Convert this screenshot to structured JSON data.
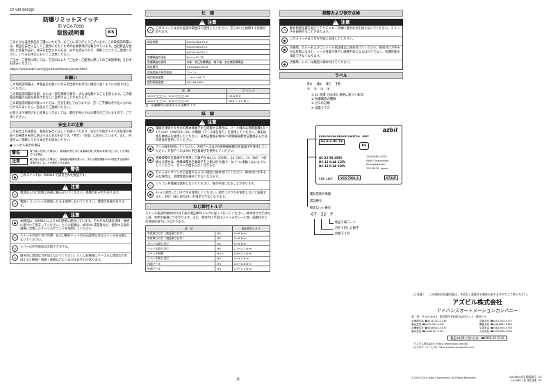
{
  "header": {
    "doc_no": "CP-UM-5602JK",
    "title": "防爆リミットスイッチ",
    "model": "形 VCX-7000",
    "manual": "取扱説明書",
    "logo_mark": "KS"
  },
  "intro": [
    "このたびは当社製品をご購入いただき、まことにありがとうございます。この取扱説明書には、製品を安全に正しくご使用いただくための必要事項が記載されています。当社製品を使用した装置の設計、保守を担当される方は、必ずお読みになり、理解したうえでご使用ください。いつもお手元においてご活用ください。",
    "ご注文・ご使用に際しては、下記URLより「ご注文・ご使用に際してのご承諾事項」を必ずお読みください。",
    "https://www.azbil.com/jp/product/factory/order.html"
  ],
  "request": {
    "title": "お願い",
    "paras": [
      "この取扱説明書は、本製品をお使いになる担当者のお手元に確実に届くようにお取り計らいください。",
      "この取扱説明書の全部、または一部を無断で複写、または転載することを禁じます。この取扱説明書の内容を将来予告なしに変更することがあります。",
      "この取扱説明書の内容については、万全を期しておりますが、万一ご不審な点や記入もれなどがありましたら、当社までご連絡ください。",
      "お客さまが運用された結果につきましては、責任を負いかねる場合がございますので、ご了承ください。"
    ]
  },
  "safety": {
    "title": "安全上の注意",
    "para": "この安全上の注意は、製品を安全に正しくお使いいただき、あなたや他の人々への危害や財産への損害を未然に防止するためのものです。「警告」「注意」に区分しています。また、内容をよく理解してから本文をお読みください。",
    "symbols_heading": "● シンボル表示の意味",
    "symbols": [
      {
        "mark": "警告",
        "text": "取り扱いを誤った場合に、使用者が死亡または重傷を負う危険の状態が生じることが想定される場合"
      },
      {
        "mark": "注意",
        "text": "取り扱いを誤った場合に、使用者が軽傷を負うか、または物的損害のみが発生する危険の状態が生じることが想定される場合"
      }
    ]
  },
  "warning1": {
    "label": "警告",
    "items": [
      "このスイッチは、KOSHA で認可された製品です。"
    ]
  },
  "caution1": {
    "label": "注意",
    "items": [
      "電源を入れた状態で内部に触らないでください。感電のおそれがあります。",
      "電線・コンジットを開放したまま使用しないでください。爆発の危険があります。"
    ]
  },
  "caution2": {
    "label": "注意",
    "items": [
      "本製品は、KOSHA により KS 規格に適合しています。それぞれの国の法律・規格に基づいて施工してください。とくに配線は、KOSHA 認定基など、使用する国の規格に合致したケーブルグランドを使用してください。",
      "スイッチの取り付けの際、および動作ヘッドの方向変更以外はスイッチを分解しないでください。",
      "レバー以外の部品は交換できません。",
      "端子台に無理な力を加えないでください。とくに結線後にケーブルに無理な力を加えると断線・短絡・地絡などにつながるおそれがあります。"
    ]
  },
  "spec": {
    "title": "仕　様",
    "caution_label": "注意",
    "caution_text": "このスイッチは次の設定の範囲内で使用してください。守らないと故障する危険があります。",
    "rows": [
      {
        "k": "認定規格",
        "v": "KSCIEC60079-0"
      },
      {
        "k": "",
        "v": "KSCIEC60079-1"
      },
      {
        "k": "",
        "v": "KSCIEC60079-7"
      },
      {
        "k": "防爆構造の表記",
        "v": "Ex d e IIC T6"
      },
      {
        "k": "防爆構造の説明",
        "v": "本体：耐圧防爆構造　端子箱：安全増防爆構造"
      },
      {
        "k": "認定番号",
        "v": "19-AV4BO-0251"
      },
      {
        "k": "危険場所の使用地域",
        "v": "ゾーン1"
      },
      {
        "k": "使用周囲温度",
        "v": "－10〜＋60 ℃"
      },
      {
        "k": "使用周囲湿度",
        "v": "45〜85 %RH"
      }
    ],
    "model_table": {
      "head": [
        "形　番",
        "コンジット"
      ],
      "rows": [
        [
          "VCX-7□□□-S、VCX-7□□□-SK",
          "G3/4 ねじ"
        ],
        [
          "VCX-7□□□-V、VCX-7□□□-VK",
          "M25 × 1.5 ねじ"
        ]
      ],
      "note": "注　形番欄の□は英字または数字です"
    }
  },
  "wiring": {
    "title": "結　線",
    "caution_label": "注意",
    "items": [
      "電線を接続すり付けの際本体端子から結線する場合は、リード線の公称断面積0.5～1.5 mm²（AWG20～16）の電線（アース線を除く）を使用してください。端末処理を棒端子を使用してください。日本圧着端子製M3.5用絶縁被覆付圧着端子または同等品を使用してください。",
      "アース線を接続してください。内部アースは M3用絶縁被覆付圧着端子を使用してください。外部アースは M4 用圧着端子を使用してください。",
      "絶縁被覆付圧着端子を使用して端子台 No.11（COM）、12（NC）、14（NO）へ結線する場合は、絶縁被覆付圧着端子を上側に折り曲げ、カバーに接触しないようにしてください。カバーが閉まらなくなります。",
      "カバーはハウジングと密着するように確実に締め付けてください。締め付けが不十分な場合は、防爆性能を維持できなくなります。",
      "シリコン系電線は使用しないでください。接点不良になることがあります。",
      "Ex eに適合したコネクタを使用してください。適合コネクタを使用しないで設置すると、IP67（IEC 60529）を満足できなくなります。"
    ]
  },
  "torque": {
    "title": "ねじ締付トルク",
    "para": "スイッチ各部の締め付けは下表の適正締付トルクに従って行ってください。締め付けすぎはねじ部、本体の破損につながります。また、締め付け不足はスイッチのシール性、誤動作などの性能の低下につながります。",
    "head": [
      "部　位",
      "適正締付トルク"
    ],
    "rows": [
      [
        "本体取り付け（底面取り付け）",
        "M5",
        "5〜6 N·m"
      ],
      [
        "本体取り付け（側面取り付け）",
        "M5",
        "5〜6 N·m"
      ],
      [
        "カバーの取り付け",
        "M5",
        "5〜6 N·m"
      ],
      [
        "ヘッドの取り付け",
        "M4",
        "1.3〜1.7 N·m"
      ],
      [
        "スイッチ結線",
        "M3.5",
        "0.8〜1.2 N·m"
      ],
      [
        "レバーの取り付け",
        "M5",
        "4〜5.2 N·m"
      ],
      [
        "内部アース",
        "M3",
        "0.4〜0.6 N·m"
      ],
      [
        "外部アース",
        "M4",
        "1.3〜1.7 N·m"
      ]
    ]
  },
  "adjust": {
    "title": "調整および保守点検",
    "caution_label": "注意",
    "items": [
      "動作限度位置を越えてアクチュエータ類に過大な力を加えないでください。スイッチを破損することがあります。",
      "このスイッチは５年を目安に交換してください。",
      "点検時、カバーおよびコンジット部は確実に締め付けてください。締め付けが不十分な状態になると、シール性能が低下し絶縁不良になるばかりでなく、防爆性能も満足できなくなります。",
      "点検時、レバーは確実に締め付けてください。"
    ]
  },
  "label": {
    "title": "ラベル",
    "code": "Ex　de　IIC　T6",
    "nums": "①②③④",
    "legend": [
      "① Ex 防爆（KS/IEC 規格に基づく表示）",
      "② 防爆構造の種類",
      "③ ガスの分類",
      "④ 温度クラス"
    ],
    "plate": {
      "brand": "azbil",
      "explosion": "EXPLOSION PROOF SWITCH　IP67",
      "code": "Ex d e IIC T6",
      "ks": "KS",
      "ratings": [
        "AC-12  5A  250V",
        "DC-12  0.4A  125V",
        "DC-12  0.2A  250V"
      ],
      "maker": [
        "Azbil Corporation",
        "Kanagawa-ken",
        "251-8522, Japan"
      ],
      "cert_no": "19-AV4BO-0251",
      "cat": "CAT. LIST.",
      "model": "VCX-7001-S",
      "lot": "0732P"
    },
    "callouts": {
      "cert": "電気定格の情報",
      "type": "認証番号",
      "lot_title": "製造ロット番号",
      "lot_example": "07　32　P",
      "factory": "製造工場コード",
      "month": "月を４倍した数字",
      "year": "西暦下２桁"
    }
  },
  "notice": {
    "label": "［ご注意］",
    "text": "この資料の記載内容は、予告なく変更する場合もありますのでご了承ください。"
  },
  "company": {
    "name": "アズビル株式会社",
    "division": "アドバンスオートメーションカンパニー",
    "hq": "本　社　〒100-6419　東京都千代田区丸の内2-7-3　東京ビル",
    "branches": [
      "北海道支店 ☎(011)211-1136",
      "中部支社 ☎(052)324-9772",
      "東北支店 ☎(022)290-1400",
      "関西支社 ☎(06)6881-3383",
      "北関東支社 ☎(048)621-5070",
      "中国支店 ☎(082)554-0750",
      "東京支社 ☎(0466)52-7111",
      "九州支社 ☎(092)285-3530"
    ],
    "contact": "製品のお問い合わせは…☎0466-20-2143",
    "urls": [
      "（アズビル株式会社）https://www.azbil.com/jp/",
      "（カスタマーサービス）https://www.compoclub.com"
    ],
    "copyright": "©2009-2019 Azbil Corporation. All Rights Reserved.",
    "dates": [
      "2009年10月 初版発行（C）",
      "2019年11月 改訂6版（F）"
    ]
  },
  "page_no": "J1"
}
